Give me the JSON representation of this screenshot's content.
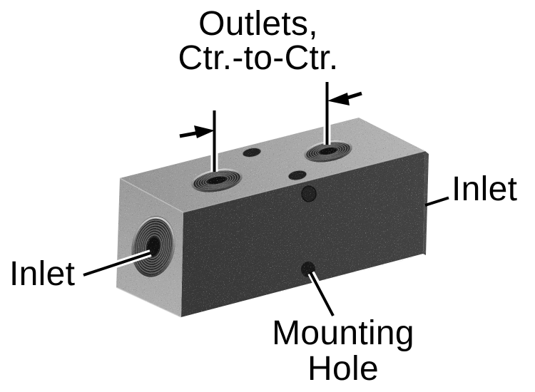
{
  "figure": {
    "kind": "product-illustration",
    "subject": "manifold block with threaded ports",
    "labels": {
      "outlets": {
        "line1": "Outlets,",
        "line2": "Ctr.-to-Ctr."
      },
      "inlet_right": "Inlet",
      "inlet_left": "Inlet",
      "mounting": {
        "line1": "Mounting",
        "line2": "Hole"
      }
    },
    "colors": {
      "background": "#ffffff",
      "text": "#000000",
      "callout_line": "#000000",
      "callout_halo": "#ffffff",
      "top_face_near": "#969696",
      "top_face_far": "#b6b6b6",
      "front_face_left": "#383838",
      "front_face_right": "#434343",
      "left_face_top": "#9b9b9b",
      "left_face_bottom": "#aeaeae",
      "right_edge": "#4d4d4d",
      "port_base": "#242424",
      "port_center": "#101010",
      "thread_ring": "#646464",
      "rim_light": "#cdcdcd",
      "rim_dark": "#3b3b3b",
      "small_hole": "#1c1c1c",
      "edge_highlight": "#c4c4c4"
    }
  }
}
